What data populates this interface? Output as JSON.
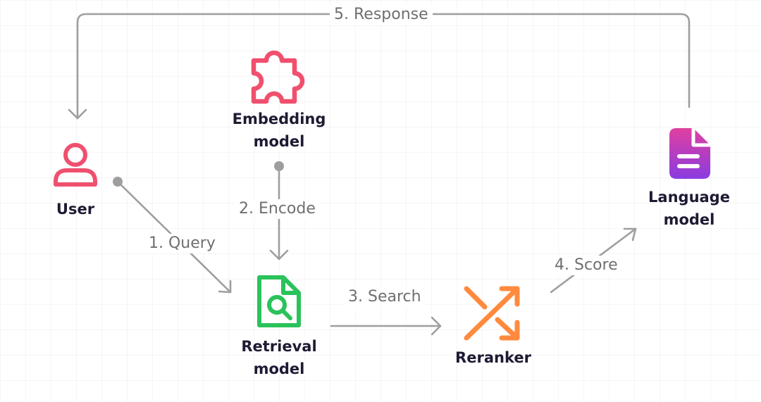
{
  "nodes": {
    "user": "User",
    "embedding_model": "Embedding\nmodel",
    "retrieval_model": "Retrieval\nmodel",
    "reranker": "Reranker",
    "language_model": "Language\nmodel"
  },
  "edges": {
    "query": "1. Query",
    "encode": "2. Encode",
    "search": "3. Search",
    "score": "4. Score",
    "response": "5. Response"
  },
  "colors": {
    "user": "#f0506e",
    "embedding": "#f0506e",
    "retrieval": "#2bc25a",
    "reranker": "#ff8a3d",
    "language_top": "#e040a0",
    "language_bottom": "#8a3ce0",
    "connector": "#9e9e9e"
  }
}
